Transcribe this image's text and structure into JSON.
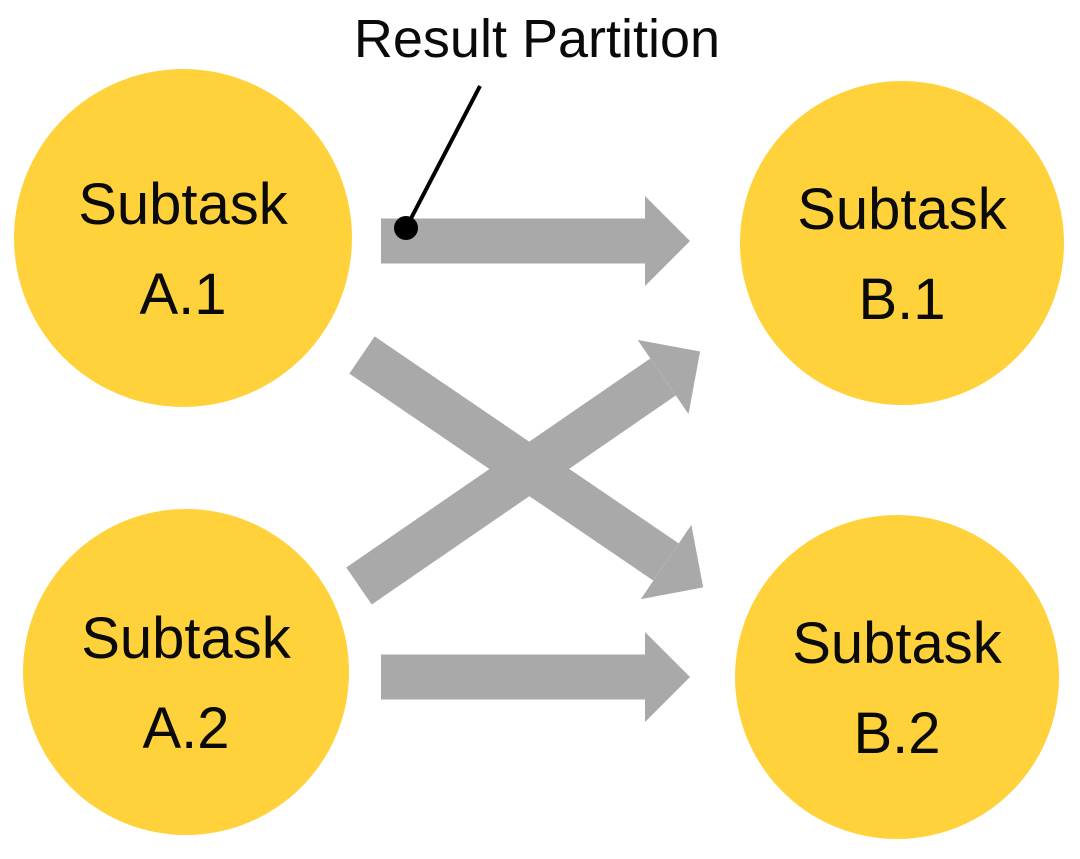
{
  "annotation": {
    "label": "Result Partition",
    "points_to": "arrow from Subtask A.1 to Subtask B.1"
  },
  "diagram": {
    "nodes": [
      {
        "id": "A.1",
        "line1": "Subtask",
        "line2": "A.1"
      },
      {
        "id": "B.1",
        "line1": "Subtask",
        "line2": "B.1"
      },
      {
        "id": "A.2",
        "line1": "Subtask",
        "line2": "A.2"
      },
      {
        "id": "B.2",
        "line1": "Subtask",
        "line2": "B.2"
      }
    ],
    "edges": [
      {
        "from": "Subtask A.1",
        "to": "Subtask B.1"
      },
      {
        "from": "Subtask A.1",
        "to": "Subtask B.2"
      },
      {
        "from": "Subtask A.2",
        "to": "Subtask B.1"
      },
      {
        "from": "Subtask A.2",
        "to": "Subtask B.2"
      }
    ]
  },
  "colors": {
    "node_fill": "#FFD23C",
    "arrow": "#A9A9A9",
    "text": "#0A0A0A",
    "annotation_line": "#000000",
    "background": "#FFFFFF"
  }
}
